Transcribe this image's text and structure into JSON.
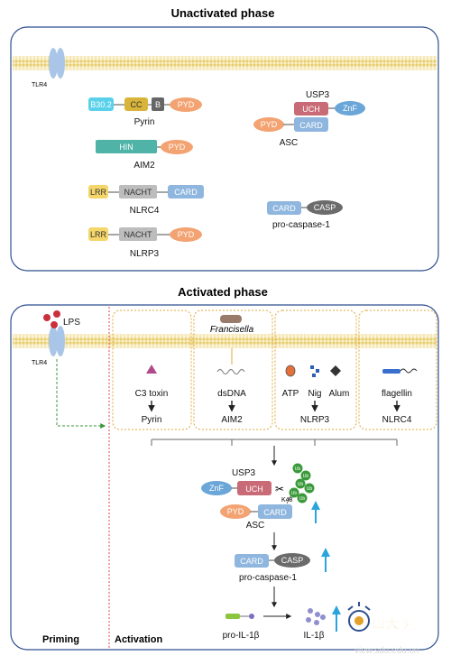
{
  "unactivated": {
    "title": "Unactivated phase",
    "tlr4": "TLR4",
    "pyrin": {
      "domains": [
        "B30.2",
        "CC",
        "B",
        "PYD"
      ],
      "label": "Pyrin"
    },
    "aim2": {
      "domains": [
        "HIN",
        "PYD"
      ],
      "label": "AIM2"
    },
    "nlrc4": {
      "domains": [
        "LRR",
        "NACHT",
        "CARD"
      ],
      "label": "NLRC4"
    },
    "nlrp3": {
      "domains": [
        "LRR",
        "NACHT",
        "PYD"
      ],
      "label": "NLRP3"
    },
    "usp3": {
      "label": "USP3",
      "domains": [
        "UCH",
        "ZnF"
      ]
    },
    "asc": {
      "domains": [
        "PYD",
        "CARD"
      ],
      "label": "ASC"
    },
    "procasp": {
      "domains": [
        "CARD",
        "CASP"
      ],
      "label": "pro-caspase-1"
    }
  },
  "activated": {
    "title": "Activated phase",
    "lps": "LPS",
    "tlr4": "TLR4",
    "francisella": "Francisella",
    "groups": [
      {
        "triggers": [
          "C3 toxin"
        ],
        "sensor": "Pyrin"
      },
      {
        "triggers": [
          "dsDNA"
        ],
        "sensor": "AIM2"
      },
      {
        "triggers": [
          "ATP",
          "Nig",
          "Alum"
        ],
        "sensor": "NLRP3"
      },
      {
        "triggers": [
          "flagellin"
        ],
        "sensor": "NLRC4"
      }
    ],
    "usp3": {
      "label": "USP3",
      "domains": [
        "ZnF",
        "UCH"
      ]
    },
    "ub": "Ub",
    "k48": "K48",
    "asc": {
      "domains": [
        "PYD",
        "CARD"
      ],
      "label": "ASC"
    },
    "procasp": {
      "domains": [
        "CARD",
        "CASP"
      ],
      "label": "pro-caspase-1"
    },
    "proil": "pro-IL-1β",
    "il": "IL-1β",
    "priming": "Priming",
    "activation": "Activation",
    "watermark": {
      "brand": "山大视点",
      "url": "view.sdu.edu.cn"
    }
  },
  "colors": {
    "b302": "#5ad1ea",
    "cc": "#d9b43a",
    "b": "#666666",
    "pyd": "#f3a372",
    "hin": "#4fb3a8",
    "lrr": "#f5d66a",
    "nacht": "#bdbdbd",
    "card": "#8fb6df",
    "uch": "#c96b76",
    "znf": "#6aa6d8",
    "casp": "#6b6b6b",
    "frame": "#2f4f8f",
    "membrane": "#f3e4a0",
    "tlr4": "#a9c6e8",
    "dotted": "#e0a838",
    "green": "#3a9a3a",
    "cyan": "#2aa5dc",
    "red": "#e8434f"
  }
}
